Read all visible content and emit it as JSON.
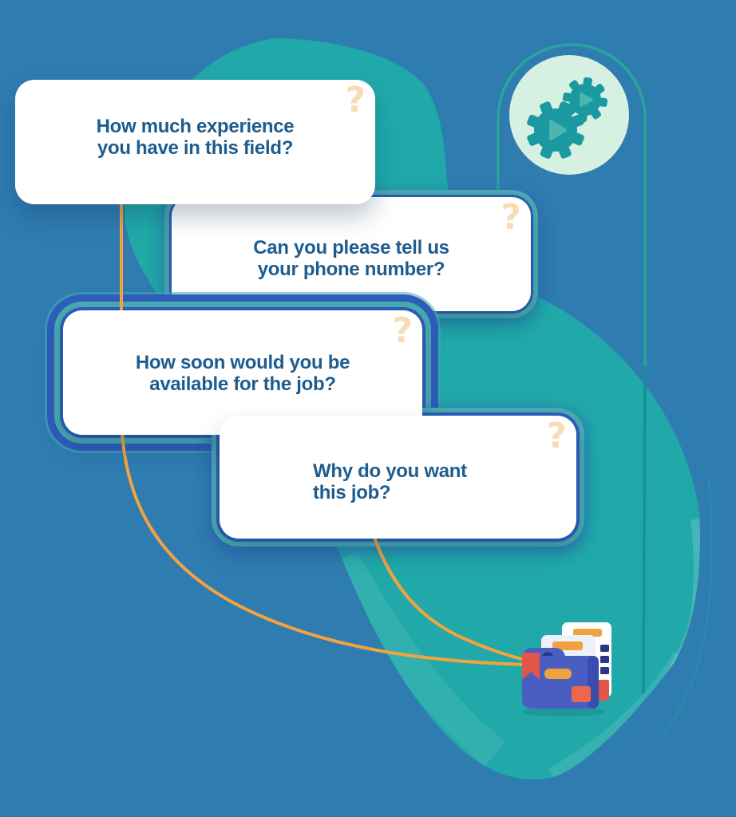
{
  "illustration": {
    "theme": "job-application chatbot questions flowing into an archive folder",
    "cards": [
      {
        "id": "experience",
        "text_line1": "How much experience",
        "text_line2": "you have in this field?",
        "badge": "?"
      },
      {
        "id": "phone",
        "text_line1": "Can you please tell us",
        "text_line2": "your phone number?",
        "badge": "?"
      },
      {
        "id": "availability",
        "text_line1": "How soon would you be",
        "text_line2": "available for the job?",
        "badge": "?"
      },
      {
        "id": "reason",
        "text_line1": "Why do you want",
        "text_line2": "this job?",
        "badge": "?"
      }
    ],
    "icons": {
      "gears": "gears-icon",
      "folder": "folder-documents-icon",
      "question_mark": "question-mark-icon"
    },
    "palette": {
      "bg": "#2f7cb1",
      "blob": "#21a9a9",
      "card": "#ffffff",
      "text": "#1e5c8e",
      "orange": "#f3a33d",
      "ring-blue": "#2e5eba",
      "ring-teal": "#49aab1",
      "mint": "#d6f0e2",
      "gear": "#1b99a1",
      "gear-accent": "#4db4b0",
      "capsule": "#2aa49e",
      "qmark": "#f8dcb5",
      "folder-blue": "#4a5ec2",
      "folder-navy": "#2b3687",
      "folder-red": "#e0564a",
      "folder-orange": "#eb684c",
      "folder-yellow": "#f0a33c",
      "page": "#ffffff",
      "page-tint": "#edf1fb"
    }
  }
}
